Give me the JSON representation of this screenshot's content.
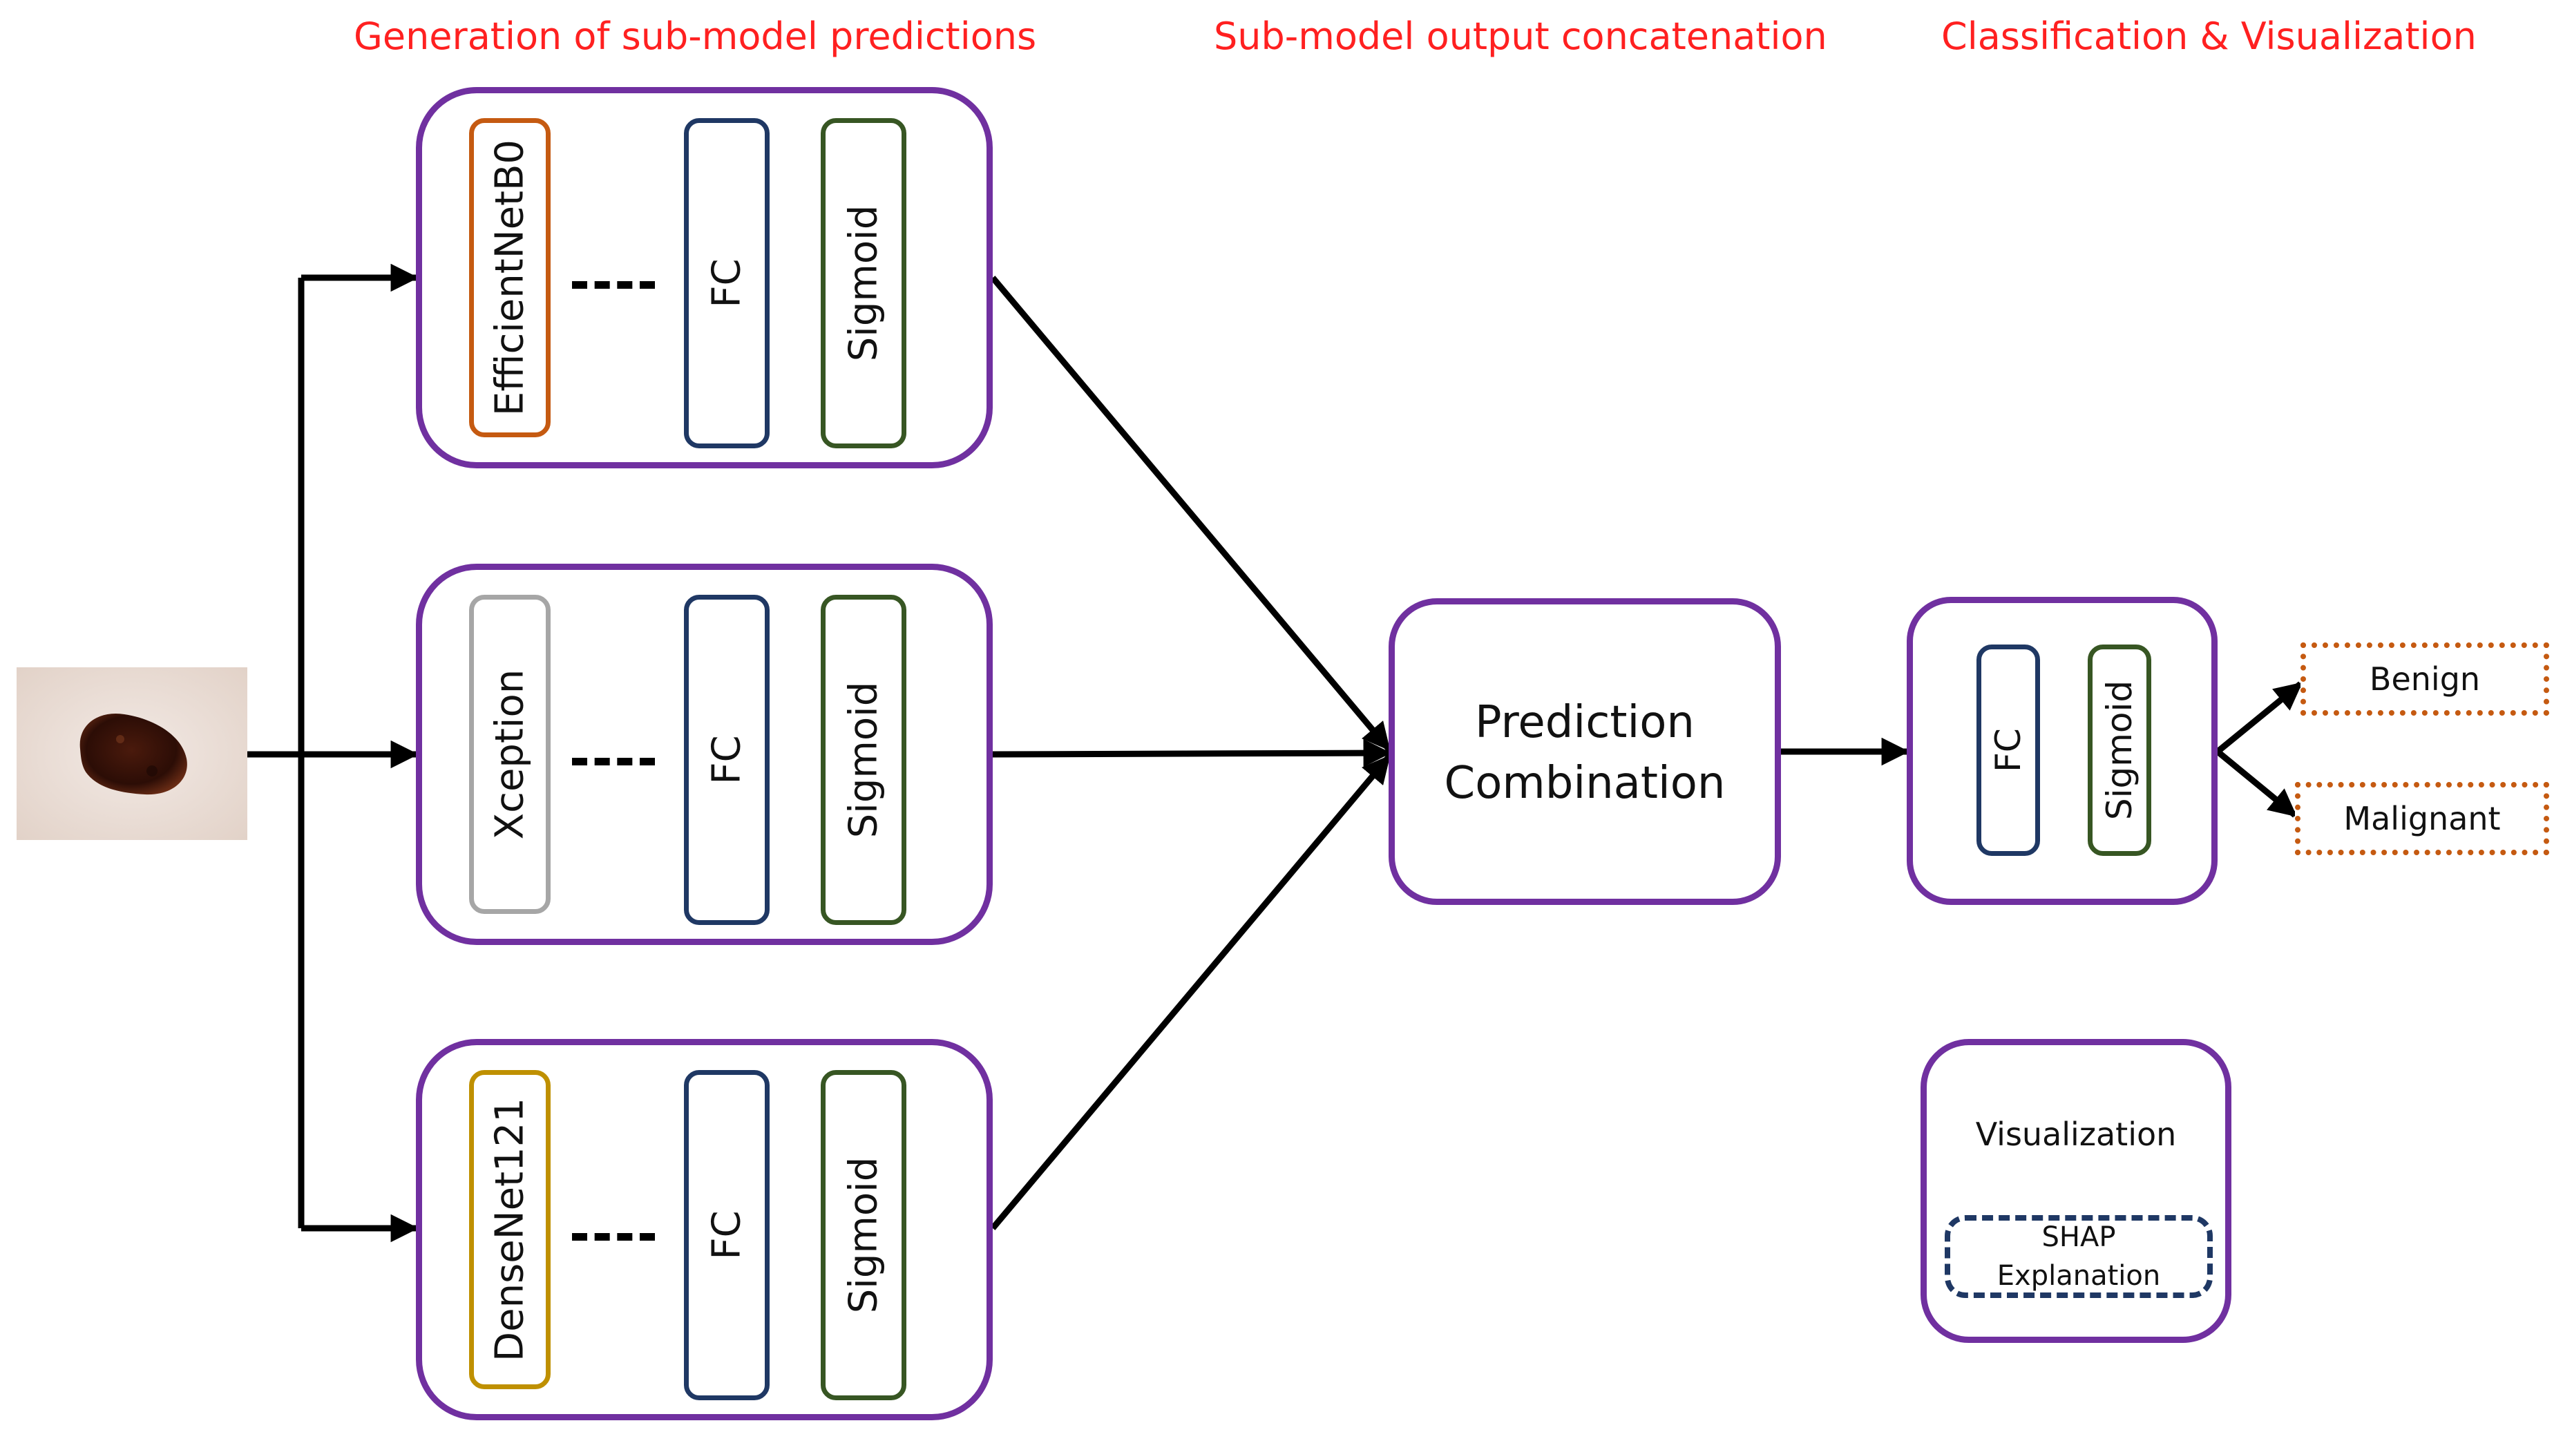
{
  "headers": {
    "generation": "Generation of sub-model predictions",
    "concatenation": "Sub-model output concatenation",
    "classification": "Classification & Visualization"
  },
  "header_color": "#ff2020",
  "box_border_color": "#7030a0",
  "submodels": [
    {
      "backbone": "EfficientNetB0",
      "backbone_color": "#c55a11",
      "fc": "FC",
      "activation": "Sigmoid",
      "activation_color": "#375623"
    },
    {
      "backbone": "Xception",
      "backbone_color": "#a6a6a6",
      "fc": "FC",
      "activation": "Sigmoid",
      "activation_color": "#375623"
    },
    {
      "backbone": "DenseNet121",
      "backbone_color": "#bf9000",
      "fc": "FC",
      "activation": "Sigmoid",
      "activation_color": "#375623"
    }
  ],
  "fc_color": "#1f3864",
  "combination": {
    "line1": "Prediction",
    "line2": "Combination"
  },
  "classifier": {
    "fc": "FC",
    "activation": "Sigmoid"
  },
  "outputs": {
    "benign": "Benign",
    "malignant": "Malignant",
    "border_color": "#c55a11"
  },
  "visualization": {
    "title": "Visualization",
    "shap_line1": "SHAP",
    "shap_line2": "Explanation"
  },
  "input_image": {
    "icon": "skin-lesion-image"
  }
}
